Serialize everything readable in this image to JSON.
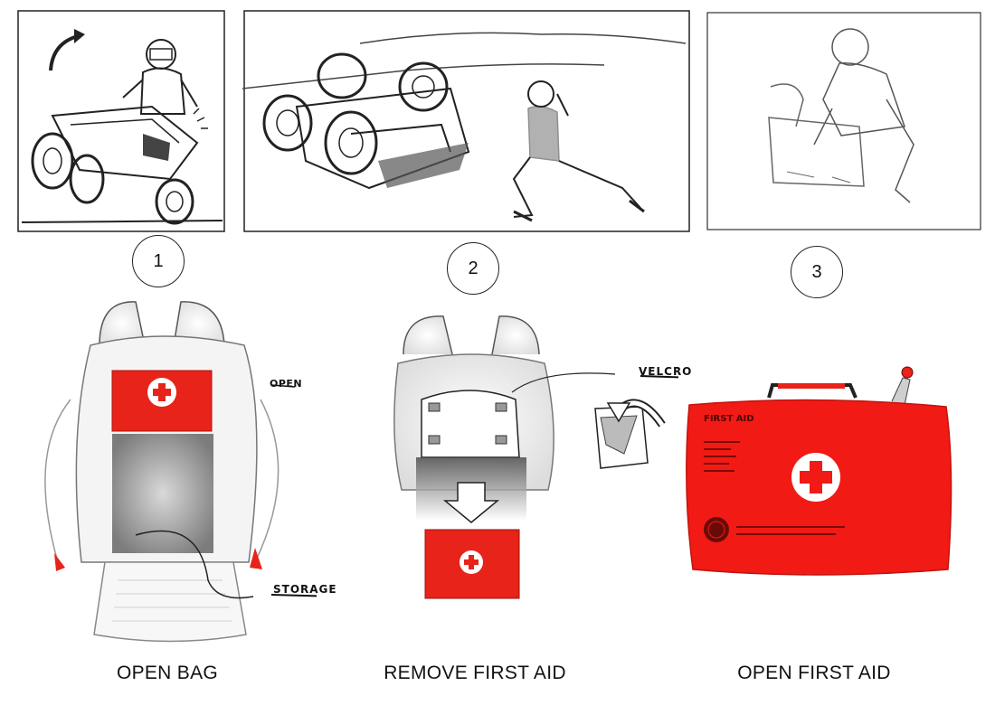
{
  "storyboard": {
    "steps": [
      {
        "number": "1"
      },
      {
        "number": "2"
      },
      {
        "number": "3"
      }
    ]
  },
  "concept": {
    "stages": [
      {
        "caption": "OPEN BAG",
        "labels": {
          "open": "OPEN",
          "storage": "STORAGE"
        }
      },
      {
        "caption": "REMOVE FIRST AID",
        "labels": {
          "velcro": "VELCRO"
        }
      },
      {
        "caption": "OPEN FIRST AID",
        "labels": {
          "kit_title": "FIRST AID"
        }
      }
    ]
  },
  "colors": {
    "accent_red": "#e8231a",
    "sketch_line": "#222222",
    "shadow": "#9a9a9a"
  },
  "icons": [
    "red-cross-icon",
    "arrow-down-icon",
    "curved-arrow-icon"
  ]
}
